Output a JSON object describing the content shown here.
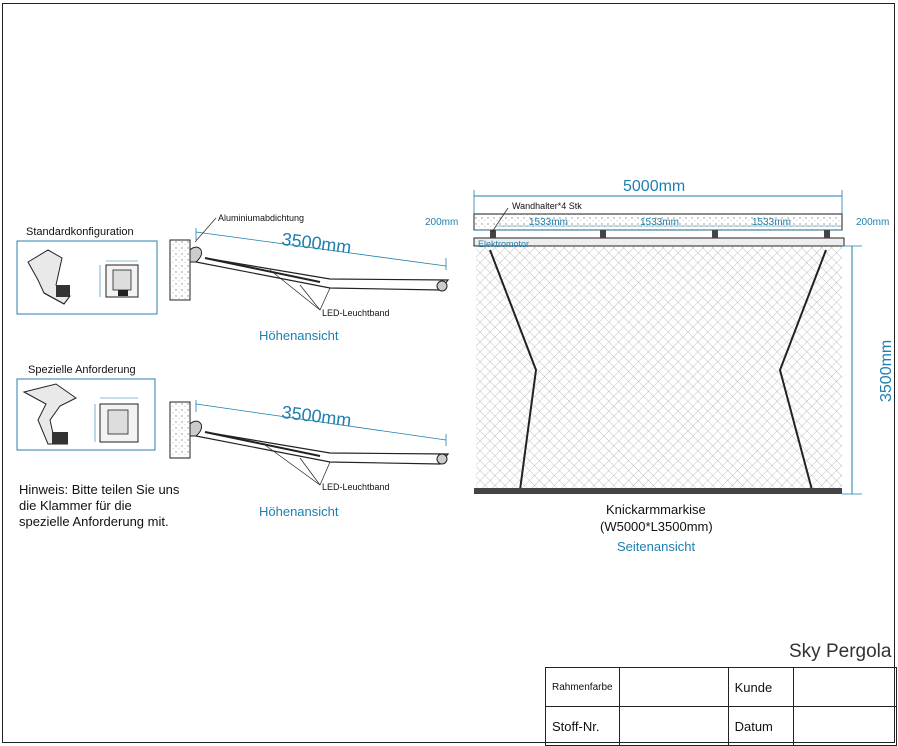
{
  "left_top": {
    "title": "Standardkonfiguration",
    "callout_seal": "Aluminiumabdichtung",
    "dimension": "3500mm",
    "callout_led": "LED-Leuchtband",
    "view": "Höhenansicht"
  },
  "left_bottom": {
    "title": "Spezielle Anforderung",
    "dimension": "3500mm",
    "callout_led": "LED-Leuchtband",
    "view": "Höhenansicht"
  },
  "note": [
    "Hinweis: Bitte teilen Sie uns",
    "die Klammer für die",
    "spezielle Anforderung mit."
  ],
  "right": {
    "width_dim": "5000mm",
    "bracket_label": "Wandhalter*4 Stk",
    "edge_left": "200mm",
    "edge_right": "200mm",
    "spacing": [
      "1533mm",
      "1533mm",
      "1533mm"
    ],
    "motor_label": "Elektromotor",
    "height_dim": "3500mm",
    "caption_line1": "Knickarmmarkise",
    "caption_line2": "(W5000*L3500mm)",
    "view": "Seitenansicht"
  },
  "brand": "Sky Pergola",
  "title_block": {
    "r1c1": "Rahmenfarbe",
    "r1c3": "Kunde",
    "r2c1": "Stoff-Nr.",
    "r2c3": "Datum"
  },
  "colors": {
    "accent": "#1f7fae",
    "line": "#222222"
  }
}
